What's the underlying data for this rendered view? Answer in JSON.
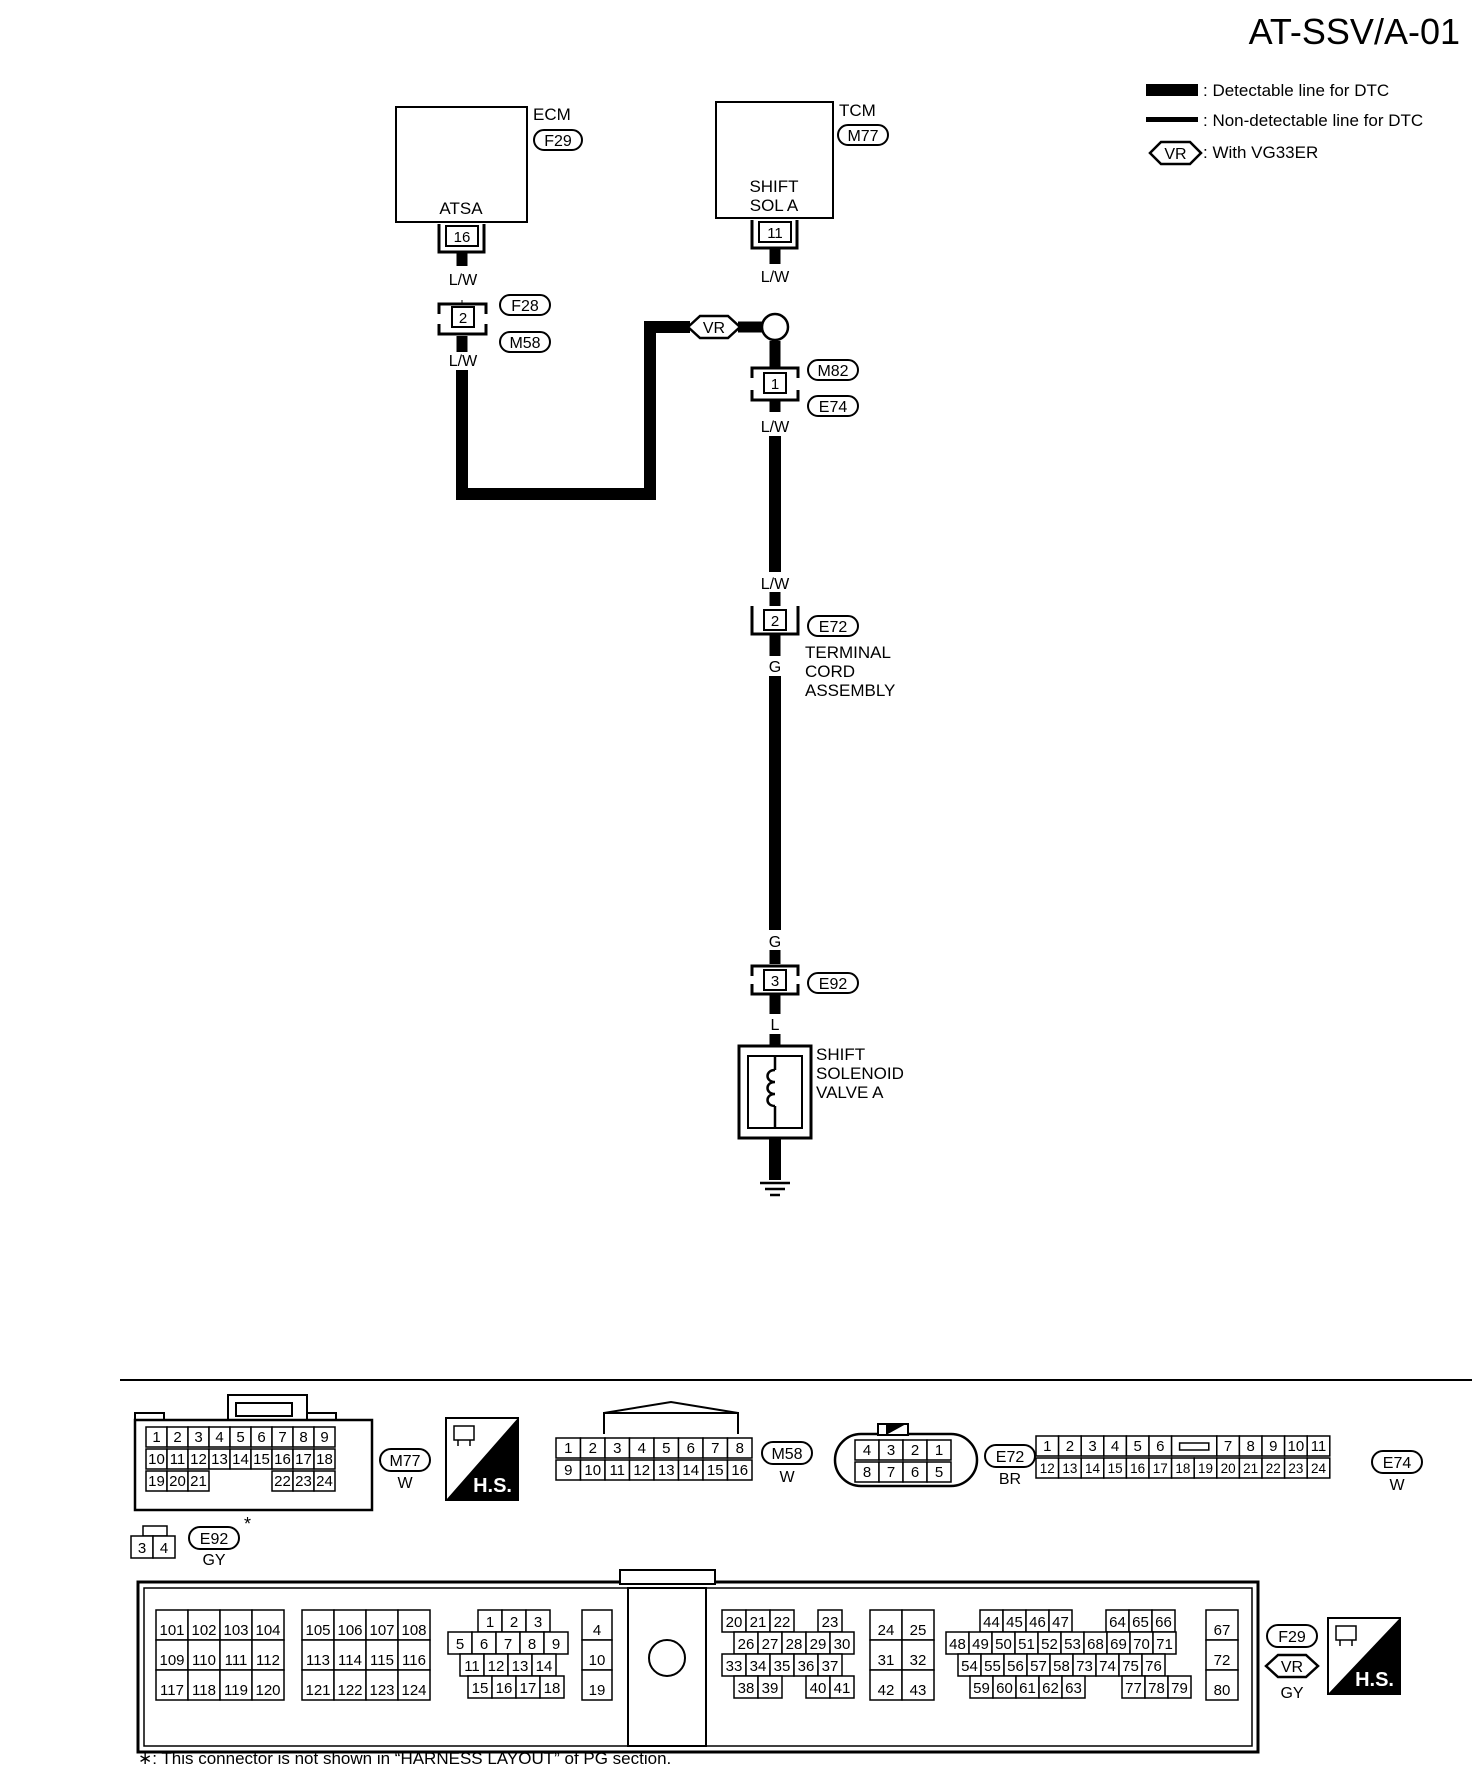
{
  "title": "AT-SSV/A-01",
  "legend": {
    "detectable": ": Detectable line for DTC",
    "non_detectable": ": Non-detectable line for DTC",
    "vr_badge": "VR",
    "vr_text": ": With VG33ER"
  },
  "ecm": {
    "name": "ECM",
    "connector": "F29",
    "terminal_name": "ATSA",
    "pin": "16"
  },
  "tcm": {
    "name": "TCM",
    "connector": "M77",
    "terminal_name_1": "SHIFT",
    "terminal_name_2": "SOL A",
    "pin": "11"
  },
  "wires": {
    "lw1": "L/W",
    "lw2": "L/W",
    "lw3": "L/W",
    "lw4": "L/W",
    "lw5": "L/W",
    "g1": "G",
    "g2": "G",
    "l1": "L"
  },
  "joint_f28_m58": {
    "pin": "2",
    "top": "F28",
    "bottom": "M58"
  },
  "vr_tag": "VR",
  "joint_m82_e74": {
    "pin": "1",
    "top": "M82",
    "bottom": "E74"
  },
  "connector_e72": {
    "pin": "2",
    "id": "E72",
    "label_1": "TERMINAL",
    "label_2": "CORD",
    "label_3": "ASSEMBLY"
  },
  "connector_e92": {
    "pin": "3",
    "id": "E92"
  },
  "solenoid": {
    "label_1": "SHIFT",
    "label_2": "SOLENOID",
    "label_3": "VALVE A"
  },
  "connectors_row1": {
    "m77": {
      "id": "M77",
      "color": "W",
      "row1": [
        "1",
        "2",
        "3",
        "4",
        "5",
        "6",
        "7",
        "8",
        "9"
      ],
      "row2": [
        "10",
        "11",
        "12",
        "13",
        "14",
        "15",
        "16",
        "17",
        "18"
      ],
      "row3a": [
        "19",
        "20",
        "21"
      ],
      "row3b": [
        "22",
        "23",
        "24"
      ]
    },
    "hs1": "H.S.",
    "m58": {
      "id": "M58",
      "color": "W",
      "row1": [
        "1",
        "2",
        "3",
        "4",
        "5",
        "6",
        "7",
        "8"
      ],
      "row2": [
        "9",
        "10",
        "11",
        "12",
        "13",
        "14",
        "15",
        "16"
      ]
    },
    "e72": {
      "id": "E72",
      "color": "BR",
      "row1": [
        "4",
        "3",
        "2",
        "1"
      ],
      "row2": [
        "8",
        "7",
        "6",
        "5"
      ]
    },
    "e74": {
      "id": "E74",
      "color": "W",
      "row1a": [
        "1",
        "2",
        "3",
        "4",
        "5",
        "6"
      ],
      "row1b": [
        "7",
        "8",
        "9",
        "10",
        "11"
      ],
      "row2": [
        "12",
        "13",
        "14",
        "15",
        "16",
        "17",
        "18",
        "19",
        "20",
        "21",
        "22",
        "23",
        "24"
      ]
    }
  },
  "e92_face": {
    "id": "E92",
    "color": "GY",
    "pins": [
      "3",
      "4"
    ],
    "star": "*"
  },
  "ecm_face": {
    "id": "F29",
    "vr": "VR",
    "color": "GY",
    "hs": "H.S.",
    "g1": [
      [
        "101",
        "102",
        "103",
        "104"
      ],
      [
        "109",
        "110",
        "111",
        "112"
      ],
      [
        "117",
        "118",
        "119",
        "120"
      ]
    ],
    "g2": [
      [
        "105",
        "106",
        "107",
        "108"
      ],
      [
        "113",
        "114",
        "115",
        "116"
      ],
      [
        "121",
        "122",
        "123",
        "124"
      ]
    ],
    "g3r1": [
      "1",
      "2",
      "3"
    ],
    "g3r2": [
      "5",
      "6",
      "7",
      "8",
      "9"
    ],
    "g3r3": [
      "11",
      "12",
      "13",
      "14"
    ],
    "g3r4": [
      "15",
      "16",
      "17",
      "18"
    ],
    "g4": [
      "4",
      "10",
      "19"
    ],
    "g5r1a": [
      "20",
      "21",
      "22"
    ],
    "g5r1b": [
      "23"
    ],
    "g5r2": [
      "26",
      "27",
      "28",
      "29",
      "30"
    ],
    "g5r3": [
      "33",
      "34",
      "35",
      "36",
      "37"
    ],
    "g5r4a": [
      "38",
      "39"
    ],
    "g5r4b": [
      "40",
      "41"
    ],
    "g6": [
      [
        "24",
        "25"
      ],
      [
        "31",
        "32"
      ],
      [
        "42",
        "43"
      ]
    ],
    "g7r1a": [
      "44",
      "45",
      "46",
      "47"
    ],
    "g7r1b": [
      "64",
      "65",
      "66"
    ],
    "g7r2": [
      "48",
      "49",
      "50",
      "51",
      "52",
      "53",
      "68",
      "69",
      "70",
      "71"
    ],
    "g7r3": [
      "54",
      "55",
      "56",
      "57",
      "58",
      "73",
      "74",
      "75",
      "76"
    ],
    "g7r4a": [
      "59",
      "60",
      "61",
      "62",
      "63"
    ],
    "g7r4b": [
      "77",
      "78",
      "79"
    ],
    "g8": [
      "67",
      "72",
      "80"
    ]
  },
  "footnote": "∗: This connector is not shown in “HARNESS LAYOUT” of PG section."
}
